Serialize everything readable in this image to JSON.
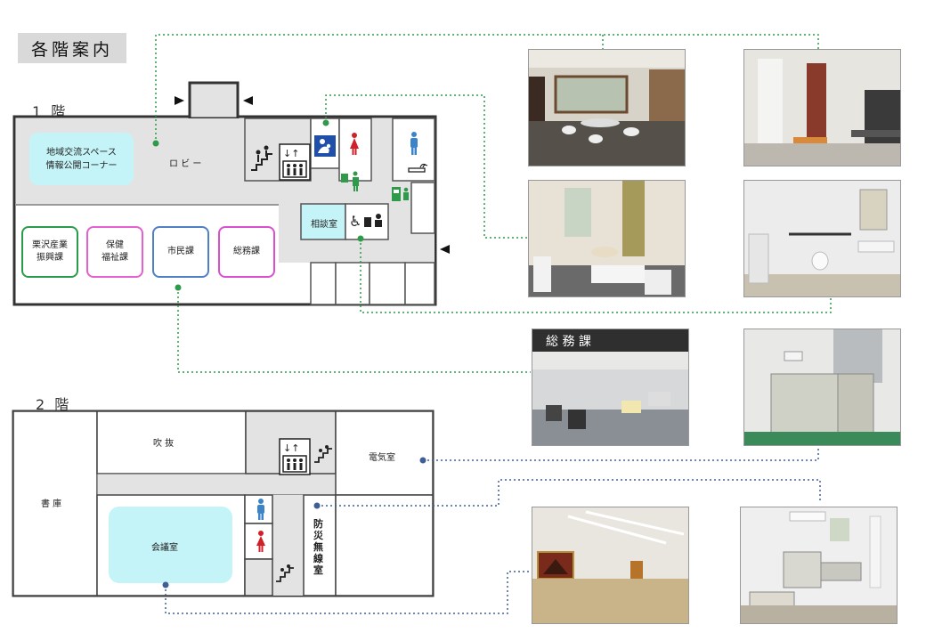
{
  "title": "各階案内",
  "floors": {
    "f1": {
      "label": "1 階",
      "rooms": {
        "community_space": "地域交流スペース\n情報公開コーナー",
        "lobby": "ロ ビ ー",
        "consultation": "相談室",
        "kurisawa": "栗沢産業\n振興課",
        "health": "保健\n福祉課",
        "citizens": "市民課",
        "general_affairs": "総務課"
      }
    },
    "f2": {
      "label": "2 階",
      "rooms": {
        "atrium": "吹 抜",
        "archive": "書 庫",
        "conference": "会議室",
        "electrical": "電気室",
        "disaster_room": "防災無線室"
      }
    }
  },
  "photo_signs": {
    "general_affairs_sign": "総 務 課"
  },
  "colors": {
    "route_green": "#2e9a4a",
    "route_blue": "#3f5f95",
    "floor_fill": "#e3e3e3",
    "room_cyan": "#c4f4f8",
    "kurisawa_border": "#2a9b4a",
    "health_border": "#e45fd0",
    "citizens_border": "#4f7fc4",
    "general_affairs_border": "#d94fd0",
    "nursing_blue": "#1f4fa8",
    "women_red": "#d0202a",
    "men_blue": "#3c84c8"
  },
  "icons": [
    "elevator-icon",
    "stairs-icon",
    "nursing-room-icon",
    "women-toilet-icon",
    "men-toilet-icon",
    "smoking-area-icon",
    "multipurpose-toilet-icon",
    "public-phone-icon",
    "aed-icon",
    "entrance-arrow-icon"
  ]
}
